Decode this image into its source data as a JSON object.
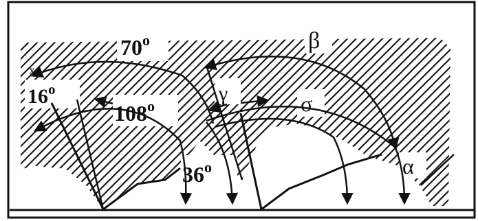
{
  "figure": {
    "labels": {
      "angle_70": "70",
      "angle_16": "16",
      "angle_108": "108",
      "angle_36": "36",
      "degree_mark": "o",
      "beta": "β",
      "gamma": "γ",
      "sigma": "σ",
      "alpha": "α"
    },
    "colors": {
      "ink": "#111111",
      "paper": "#ffffff"
    }
  }
}
